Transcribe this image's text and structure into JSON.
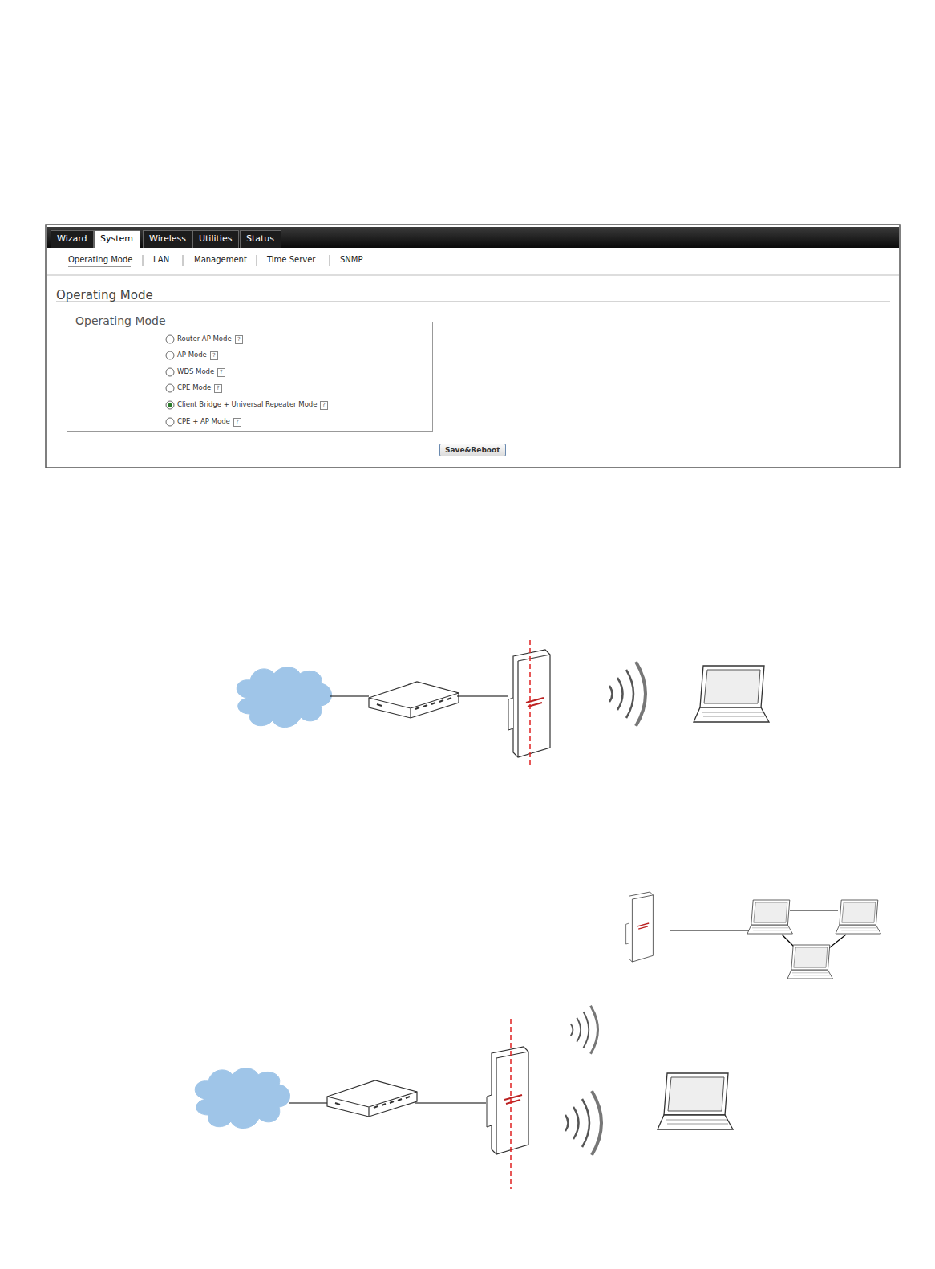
{
  "diagram": {
    "nodes": [
      {
        "text": [
          "Wizard"
        ]
      },
      {
        "text": [
          "System"
        ]
      },
      {
        "text": [
          "Wireless"
        ]
      },
      {
        "text": [
          "Utilities"
        ]
      },
      {
        "text": [
          "Status"
        ]
      },
      {
        "text": [
          "Operating Mode"
        ]
      },
      {
        "text": [
          "Save&Reboot"
        ]
      }
    ],
    "labels": [
      "Operating Mode",
      "LAN",
      "Management",
      "Time Server",
      "SNMP",
      "Operating Mode",
      "Router AP Mode",
      "?",
      "AP Mode",
      "?",
      "WDS Mode",
      "?",
      "CPE Mode",
      "?",
      "Client Bridge + Universal Repeater Mode",
      "?",
      "CPE + AP Mode",
      "?"
    ]
  }
}
